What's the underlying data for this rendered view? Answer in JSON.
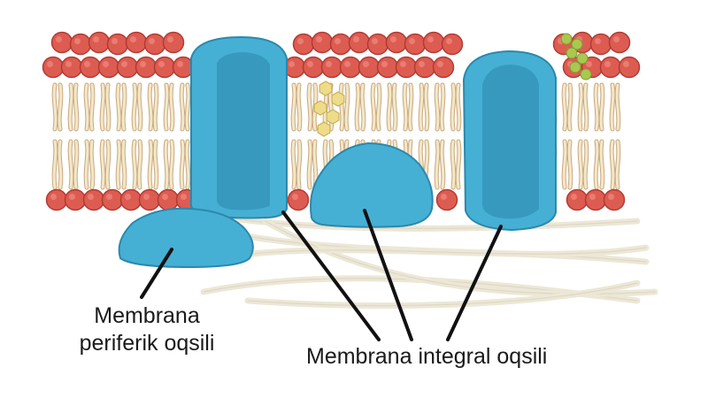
{
  "labels": {
    "peripheral_line1": "Membrana",
    "peripheral_line2": "periferik oqsili",
    "integral": "Membrana integral oqsili"
  },
  "colors": {
    "phospholipid_head": "#dd5c52",
    "phospholipid_head_dark": "#b23a32",
    "lipid_tail": "#f3e8c8",
    "lipid_tail_edge": "#c9a880",
    "protein": "#45b0d4",
    "protein_dark": "#2c88ad",
    "cholesterol": "#eedc8a",
    "glycolipid": "#a8c850",
    "cytoskeleton": "#ece7d6",
    "leader_line": "#111111"
  },
  "icons": {
    "membrane": "phospholipid-bilayer-icon",
    "protein": "membrane-protein-icon"
  }
}
